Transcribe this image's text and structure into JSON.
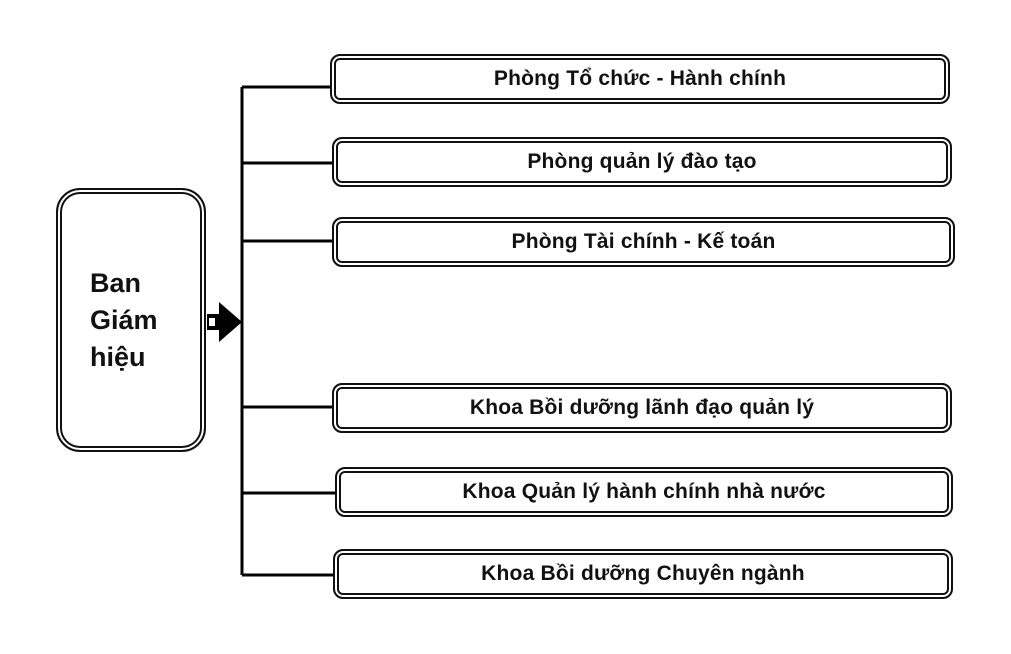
{
  "leader": {
    "label": "Ban\nGiám\nhiệu"
  },
  "departments": [
    "Phòng Tổ chức - Hành chính",
    "Phòng quản lý đào tạo",
    "Phòng Tài chính - Kế toán",
    "Khoa Bồi dưỡng lãnh đạo quản lý",
    "Khoa Quản lý hành chính nhà nước",
    "Khoa Bồi dưỡng Chuyên ngành"
  ]
}
